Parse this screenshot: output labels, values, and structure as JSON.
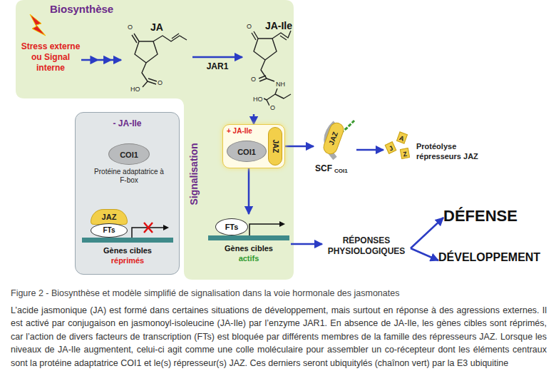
{
  "diagram": {
    "caption": "Figure 2 - Biosynthèse et modèle simplifié de signalisation dans la voie hormonale des jasmonates",
    "nodes": [
      {
        "text": [
          "Biosynthèse",
          "Signalisation"
        ]
      },
      {
        "text": [
          "Stress externe ou Signal interne"
        ],
        "in": 0
      },
      {
        "text": [
          "JA"
        ],
        "in": 0
      },
      {
        "text": [
          "JA-Ile"
        ],
        "in": 0
      },
      {
        "text": [
          "+ JA-Ile",
          "COI1",
          "JAZ"
        ],
        "in": 0
      },
      {
        "text": [
          "FTs",
          "Gènes cibles",
          "actifs"
        ],
        "in": 0
      },
      {
        "text": [
          "- JA-Ile"
        ]
      },
      {
        "text": [
          "COI1",
          "Protéine adaptatrice à F-box"
        ],
        "in": 6
      },
      {
        "text": [
          "JAZ",
          "FTs",
          "Gènes cibles",
          "réprimés"
        ],
        "in": 6
      },
      {
        "text": [
          "JAZ",
          "SCF",
          "COI1"
        ]
      },
      {
        "text": [
          "J",
          "A",
          "Z",
          "Protéolyse répresseurs JAZ"
        ]
      },
      {
        "text": [
          "RÉPONSES PHYSIOLOGIQUES"
        ]
      },
      {
        "text": [
          "DÉFENSE"
        ]
      },
      {
        "text": [
          "DÉVELOPPEMENT"
        ]
      }
    ],
    "edges": [
      {
        "from": 1,
        "to": 2,
        "arrow": "to"
      },
      {
        "from": 2,
        "to": 3,
        "label": "JAR1",
        "arrow": "to"
      },
      {
        "from": 3,
        "to": 4,
        "arrow": "to"
      },
      {
        "from": 4,
        "to": 5,
        "arrow": "to"
      },
      {
        "from": 4,
        "to": 9,
        "arrow": "to"
      },
      {
        "from": 9,
        "to": 10,
        "arrow": "to"
      },
      {
        "from": 5,
        "to": 11,
        "arrow": "to"
      },
      {
        "from": 11,
        "to": 12,
        "arrow": "to"
      },
      {
        "from": 11,
        "to": 13,
        "arrow": "to"
      }
    ],
    "labels": [
      "O",
      "HO",
      "O",
      "O",
      "O",
      "NH",
      "HO",
      "O",
      "L’acide jasmonique (JA) est formé dans certaines situations de développement, mais surtout en réponse à des agressions externes. Il est activé par conjugaison en jasmonoyl-isoleucine (JA-Ile) par l’enzyme JAR1. En absence de JA-Ile, les gènes cibles sont réprimés, car l’action de divers facteurs de transcription (FTs) est bloquée par différents membres de la famille des répresseurs JAZ. Lorsque les niveaux de JA-Ile augmentent, celui-ci agit comme une colle moléculaire pour assembler un co-récepteur dont les éléments centraux sont la protéine adaptatrice COI1 et le(s) répresseur(s) JAZ. Ces derniers seront ubiquitylés (chaînon vert) par la E3 ubiquitine"
    ]
  }
}
